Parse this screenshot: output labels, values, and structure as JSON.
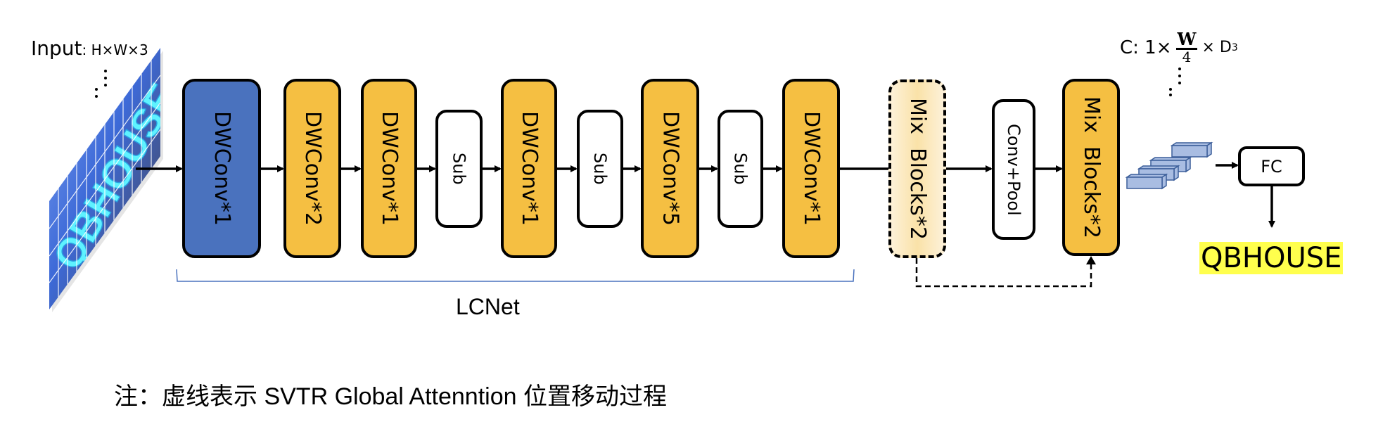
{
  "input": {
    "label": "Input",
    "shape": ": H×W×3",
    "image_text": "QBHOUSE"
  },
  "blocks": [
    {
      "id": "dwconv-1",
      "label": "DWConv*1",
      "style": "blue"
    },
    {
      "id": "dwconv-2",
      "label": "DWConv*2",
      "style": "orange"
    },
    {
      "id": "dwconv-3",
      "label": "DWConv*1",
      "style": "orange"
    },
    {
      "id": "sub-1",
      "label": "Sub",
      "style": "white"
    },
    {
      "id": "dwconv-4",
      "label": "DWConv*1",
      "style": "orange"
    },
    {
      "id": "sub-2",
      "label": "Sub",
      "style": "white"
    },
    {
      "id": "dwconv-5",
      "label": "DWConv*5",
      "style": "orange"
    },
    {
      "id": "sub-3",
      "label": "Sub",
      "style": "white"
    },
    {
      "id": "dwconv-6",
      "label": "DWConv*1",
      "style": "orange"
    },
    {
      "id": "mix-blocks-dashed",
      "label": "Mix  Blocks*2",
      "style": "dashed"
    },
    {
      "id": "conv-pool",
      "label": "Conv+Pool",
      "style": "white"
    },
    {
      "id": "mix-blocks",
      "label": "Mix  Blocks*2",
      "style": "orange"
    }
  ],
  "lcnet_label": "LCNet",
  "output_shape": {
    "prefix": "C: 1×",
    "numerator": "W",
    "denominator": "4",
    "suffix": "× D",
    "subscript": "3"
  },
  "fc_label": "FC",
  "result_text": "QBHOUSE",
  "note": "注：虚线表示 SVTR Global Attenntion 位置移动过程",
  "colors": {
    "blue_block": "#4a72be",
    "orange_block": "#f5bf42",
    "dashed_block": "#fae2a8",
    "feature_map": "#a9bde2",
    "feature_map_border": "#3c5f9a",
    "bracket": "#4a72be",
    "highlight": "#ffff4d"
  }
}
